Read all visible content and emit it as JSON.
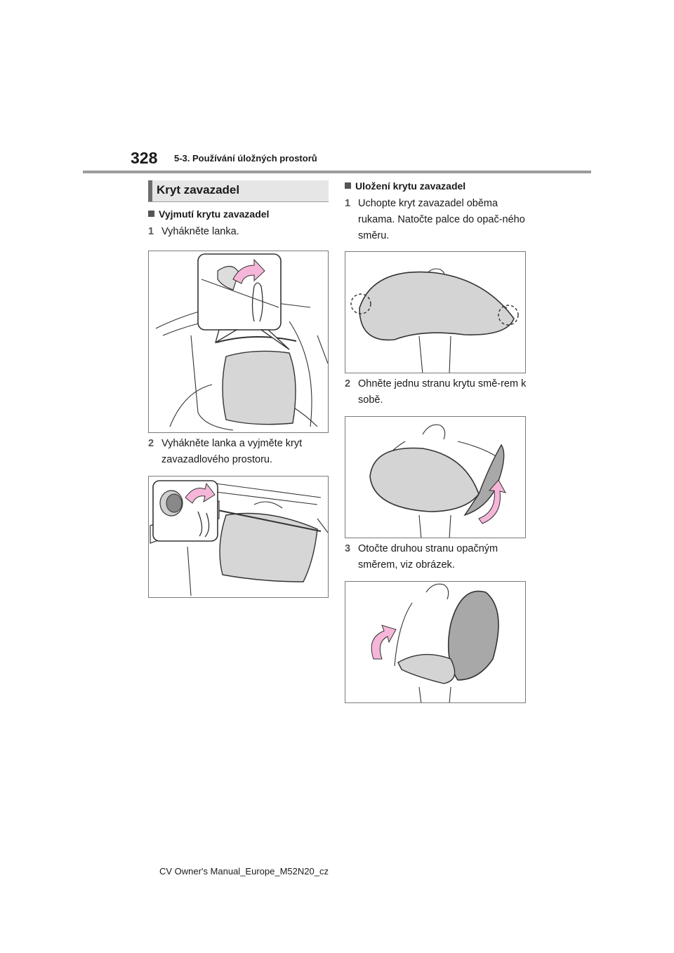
{
  "header": {
    "page_number": "328",
    "section": "5-3. Používání úložných prostorů"
  },
  "heading": "Kryt zavazadel",
  "left": {
    "subhead": "Vyjmutí krytu zavazadel",
    "steps": [
      {
        "num": "1",
        "text": "Vyhákněte lanka."
      },
      {
        "num": "2",
        "text": "Vyhákněte lanka a vyjměte kryt zavazadlového prostoru."
      }
    ]
  },
  "right": {
    "subhead": "Uložení krytu zavazadel",
    "steps": [
      {
        "num": "1",
        "text": "Uchopte kryt zavazadel oběma rukama. Natočte palce do opač-ného směru."
      },
      {
        "num": "2",
        "text": "Ohněte jednu stranu krytu smě-rem k sobě."
      },
      {
        "num": "3",
        "text": "Otočte druhou stranu opačným směrem, viz obrázek."
      }
    ]
  },
  "footer": "CV Owner's Manual_Europe_M52N20_cz",
  "colors": {
    "arrow_pink": "#f5b6d8",
    "cover_gray": "#d4d4d4",
    "line": "#333333"
  }
}
